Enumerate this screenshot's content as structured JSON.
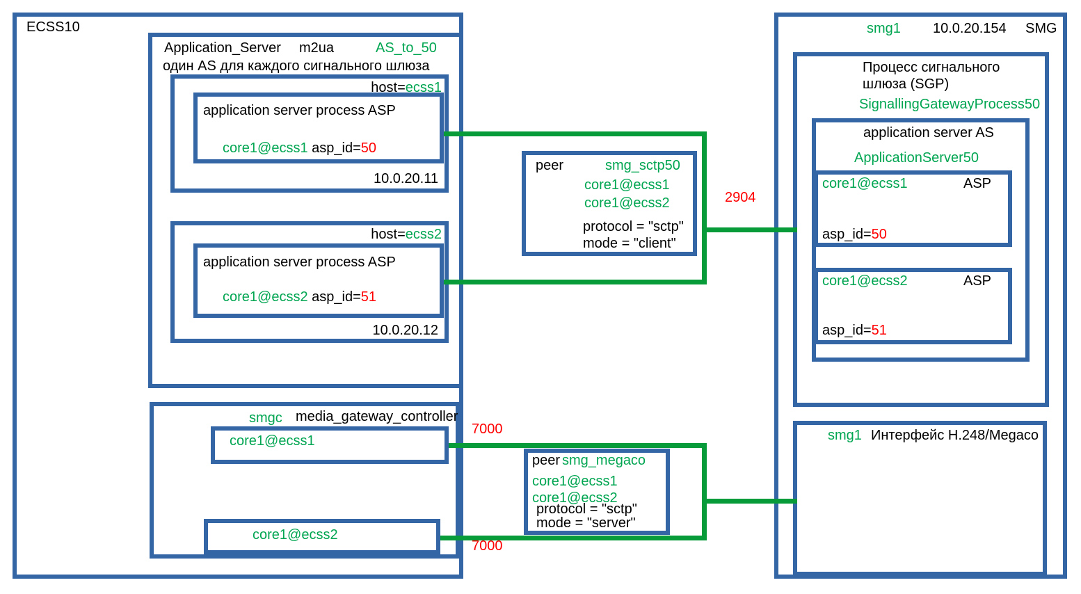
{
  "colors": {
    "box_border_blue": "#3465A4",
    "link_green": "#089B3A",
    "name_green": "#00A551",
    "port_red": "#FF0000"
  },
  "ecss10": {
    "label": "ECSS10",
    "app_server": {
      "title1": "Application_Server",
      "title2": "m2ua",
      "title3": "AS_to_50",
      "subtitle": "один AS для каждого сигнального шлюза",
      "hosts": [
        {
          "prefix": "host=",
          "name": "ecss1",
          "asp_title": "application server process ASP",
          "core": "core1@ecss1",
          "id_label": "asp_id=",
          "id_value": "50",
          "ip": "10.0.20.11"
        },
        {
          "prefix": "host=",
          "name": "ecss2",
          "asp_title": "application server process ASP",
          "core": "core1@ecss2",
          "id_label": "asp_id=",
          "id_value": "51",
          "ip": "10.0.20.12"
        }
      ]
    },
    "mgc": {
      "name": "smgc",
      "title": "media_gateway_controller",
      "core1": "core1@ecss1",
      "core2": "core1@ecss2"
    }
  },
  "peer_sctp": {
    "label": "peer",
    "name": "smg_sctp50",
    "core1": "core1@ecss1",
    "core2": "core1@ecss2",
    "protocol": "protocol = \"sctp\"",
    "mode": "mode = \"client\"",
    "port": "2904"
  },
  "peer_megaco": {
    "label": "peer",
    "name": "smg_megaco",
    "core1": "core1@ecss1",
    "core2": "core1@ecss2",
    "protocol": "protocol = \"sctp\"",
    "mode": "mode = \"server\"",
    "port_top": "7000",
    "port_bottom": "7000"
  },
  "smg": {
    "name": "smg1",
    "ip": "10.0.20.154",
    "label": "SMG",
    "sgp": {
      "title_line1": "Процесс сигнального",
      "title_line2": "шлюза (SGP)",
      "process": "SignallingGatewayProcess50",
      "as_title": "application server AS",
      "as_name": "ApplicationServer50",
      "asps": [
        {
          "core": "core1@ecss1",
          "label": "ASP",
          "id_label": "asp_id=",
          "id_value": "50"
        },
        {
          "core": "core1@ecss2",
          "label": "ASP",
          "id_label": "asp_id=",
          "id_value": "51"
        }
      ]
    },
    "megaco": {
      "name": "smg1",
      "title": "Интерфейс H.248/Megaco"
    }
  }
}
